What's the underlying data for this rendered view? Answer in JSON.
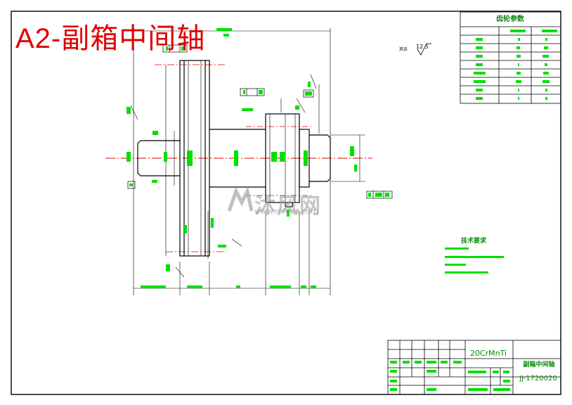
{
  "title": "A2-副箱中间轴",
  "gear_params": {
    "title": "齿轮参数"
  },
  "technical_requirements": {
    "title": "技术要求"
  },
  "title_block": {
    "material": "20CrMnTi",
    "part_name": "副箱中间轴",
    "drawing_number": "JJ-1720020"
  },
  "surface_finish": "12.5",
  "watermark": {
    "brand": "沐风网",
    "url": "www.mfcad.com"
  },
  "colors": {
    "title": "#e00000",
    "lines": "#000000",
    "annotation": "#00e000",
    "centerline": "#e00000"
  }
}
